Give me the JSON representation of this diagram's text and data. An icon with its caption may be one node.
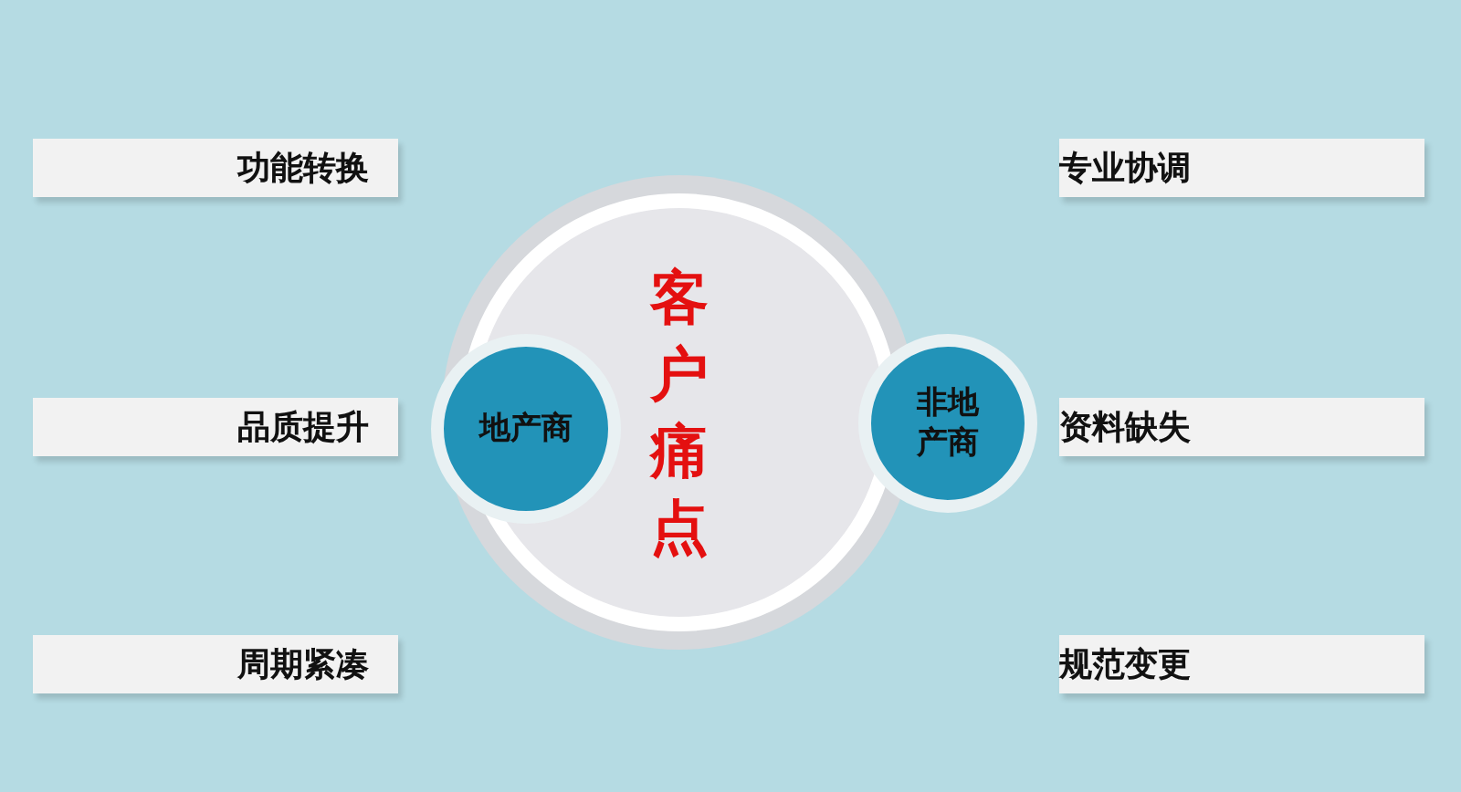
{
  "diagram": {
    "nodes": [
      {
        "text": [
          "客户痛点"
        ]
      },
      {
        "text": [
          "地产商"
        ]
      },
      {
        "text": [
          "非地产商"
        ]
      },
      {
        "text": [
          "功能转换"
        ]
      },
      {
        "text": [
          "品质提升"
        ]
      },
      {
        "text": [
          "周期紧凑"
        ]
      },
      {
        "text": [
          "专业协调"
        ]
      },
      {
        "text": [
          "资料缺失"
        ]
      },
      {
        "text": [
          "规范变更"
        ]
      }
    ]
  }
}
